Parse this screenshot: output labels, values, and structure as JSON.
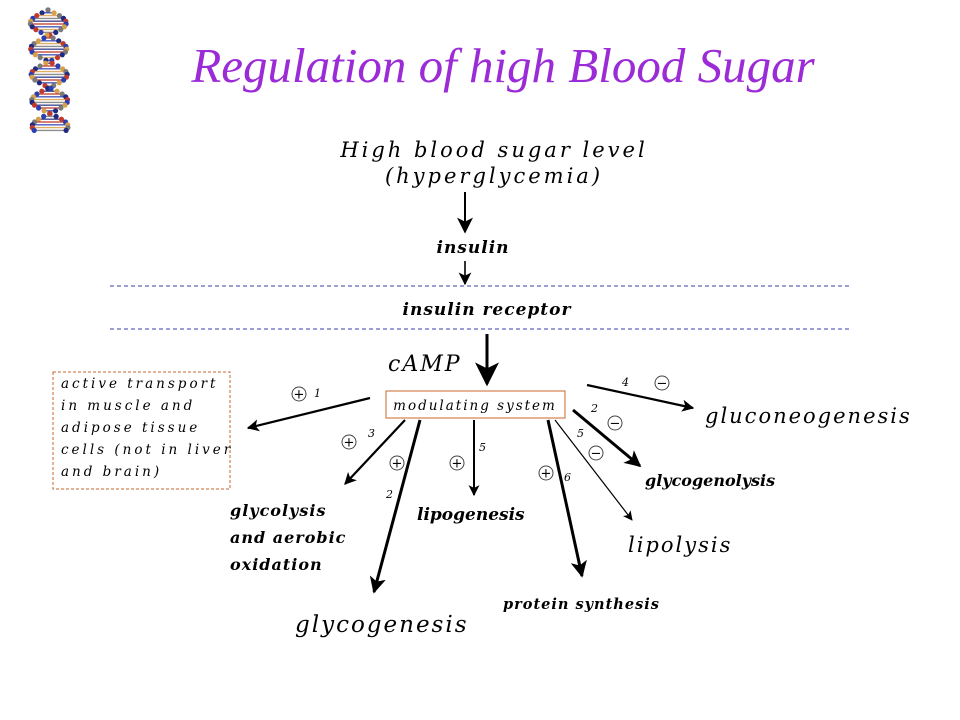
{
  "title": "Regulation of high Blood Sugar",
  "colors": {
    "title": "#9b2bd6",
    "ink": "#000000",
    "dashed_line": "#3b3bb0",
    "box_border": "#c8642a",
    "ring": "#444444"
  },
  "header": {
    "line1": "High blood sugar level",
    "line2": "(hyperglycemia)"
  },
  "insulin": "insulin",
  "receptor": "insulin receptor",
  "camp": "cAMP",
  "modulating_system": "modulating system",
  "transport_box": {
    "lines": [
      "active transport",
      "in muscle and",
      "adipose tissue",
      "cells (not in liver",
      "and brain)"
    ]
  },
  "outcomes": {
    "gluconeogenesis": "gluconeogenesis",
    "glycogenolysis": "glycogenolysis",
    "lipolysis": "lipolysis",
    "protein_synthesis": "protein synthesis",
    "lipogenesis": "lipogenesis",
    "glycogenesis": "glycogenesis",
    "glycolysis": [
      "glycolysis",
      "and aerobic",
      "oxidation"
    ]
  },
  "numbers": {
    "transport": "1",
    "glycolysis": "3",
    "glycogenesis": "2",
    "lipogenesis": "5",
    "protein_synthesis": "6",
    "lipolysis": "5",
    "glycogenolysis": "2",
    "gluconeogenesis": "4"
  },
  "signs": {
    "plus": "+",
    "minus": "−"
  },
  "icons": {
    "dna": "dna-helix-icon"
  }
}
